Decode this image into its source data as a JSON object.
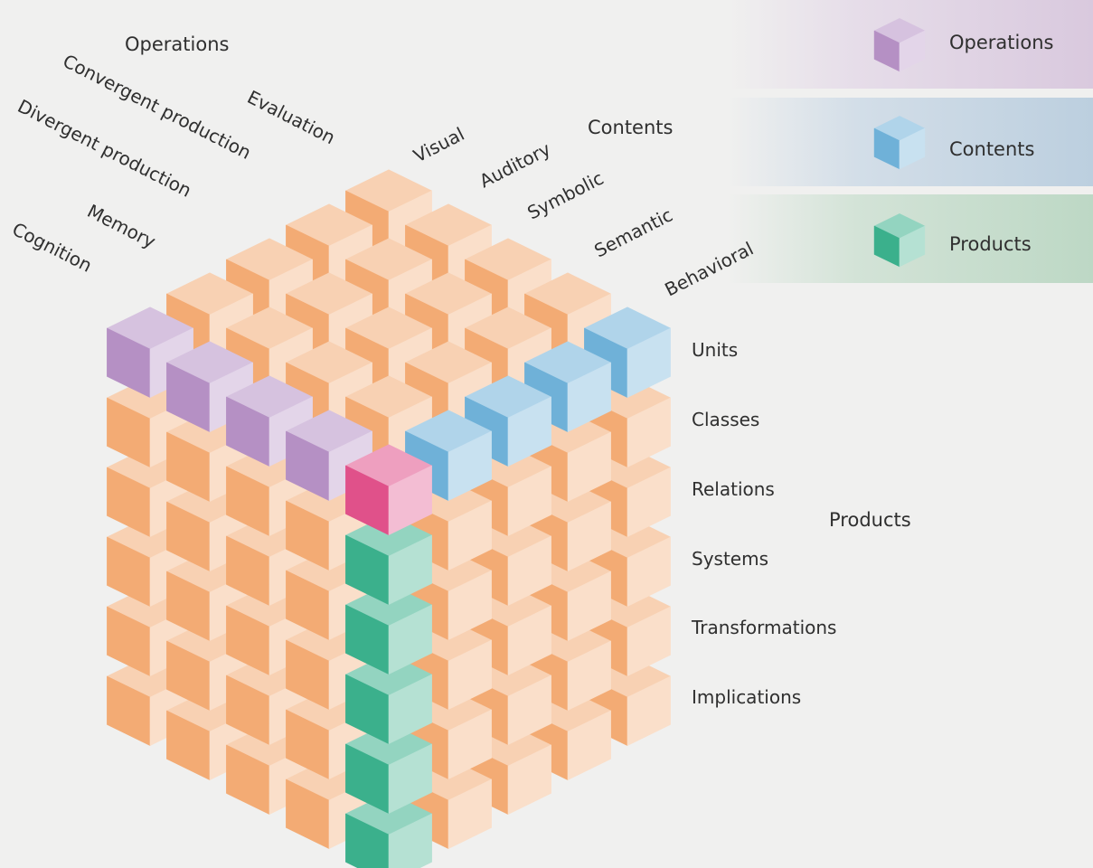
{
  "operations": {
    "heading": "Operations",
    "items": [
      "Cognition",
      "Memory",
      "Divergent production",
      "Convergent production",
      "Evaluation"
    ]
  },
  "contents": {
    "heading": "Contents",
    "items": [
      "Visual",
      "Auditory",
      "Symbolic",
      "Semantic",
      "Behavioral"
    ]
  },
  "products": {
    "heading": "Products",
    "items": [
      "Units",
      "Classes",
      "Relations",
      "Systems",
      "Transformations",
      "Implications"
    ]
  },
  "legend": [
    {
      "label": "Operations",
      "color": "#b590c4",
      "band": "#ddd0e1"
    },
    {
      "label": "Contents",
      "color": "#6fb1d8",
      "band": "#c6d5e2"
    },
    {
      "label": "Products",
      "color": "#3bb08c",
      "band": "#c7dccd"
    }
  ],
  "colors": {
    "cube": "#f3ab74",
    "operations": "#b590c4",
    "contents": "#6fb1d8",
    "products": "#3bb08c",
    "corner": "#e0518a"
  }
}
